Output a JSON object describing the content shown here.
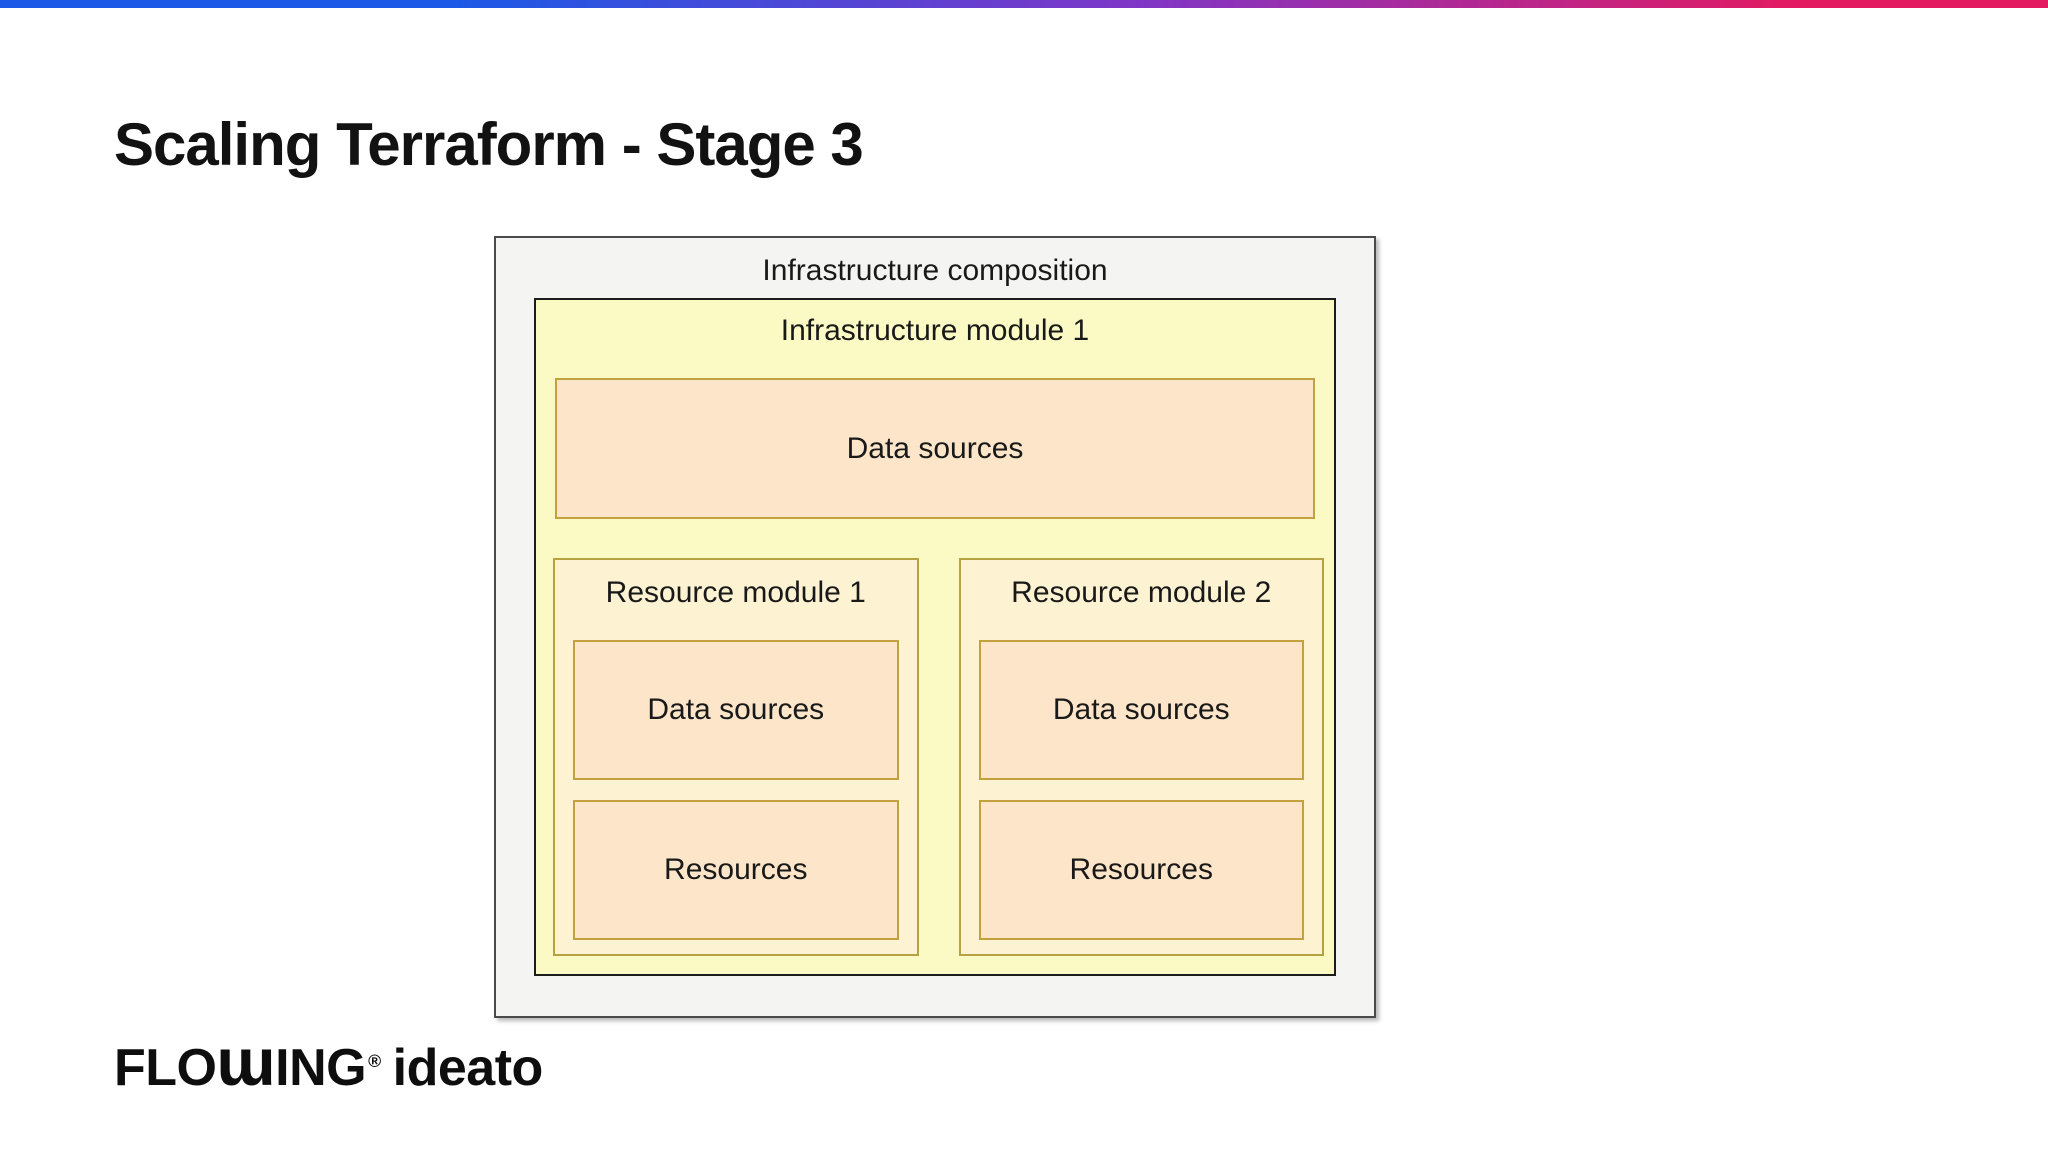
{
  "slide": {
    "title": "Scaling Terraform - Stage 3"
  },
  "diagram": {
    "outer_label": "Infrastructure composition",
    "module": {
      "label": "Infrastructure module 1",
      "data_sources_label": "Data sources",
      "resource_modules": [
        {
          "label": "Resource module 1",
          "boxes": [
            "Data sources",
            "Resources"
          ]
        },
        {
          "label": "Resource module 2",
          "boxes": [
            "Data sources",
            "Resources"
          ]
        }
      ]
    }
  },
  "footer": {
    "logo": {
      "prefix": "FLO",
      "w_glyph": "ɯ",
      "suffix_caps": "ING",
      "registered": "®",
      "wordmark2": "ideato"
    }
  },
  "colors": {
    "accent_blue": "#1b59e6",
    "accent_purple": "#7d37c8",
    "accent_pink": "#e41a60",
    "outer_bg": "#f4f4f2",
    "outer_border": "#4a4a4a",
    "module_bg": "#fbfac4",
    "module_border": "#1c1c1c",
    "resource_bg": "#fdf3d3",
    "resource_border": "#b6a242",
    "peach_bg": "#fce5c8",
    "peach_border": "#c2a13e",
    "text_dark": "#191919"
  }
}
